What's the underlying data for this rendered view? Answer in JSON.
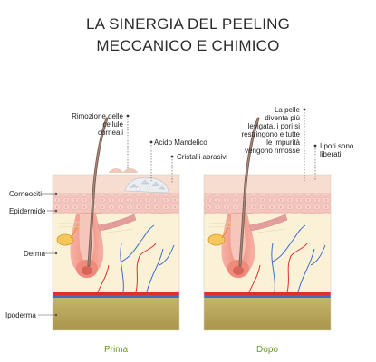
{
  "title": {
    "line1": "LA SINERGIA DEL PEELING",
    "line2": "MECCANICO E CHIMICO"
  },
  "layers": {
    "corneociti": "Corneociti",
    "epidermide": "Epidermide",
    "derma": "Derma",
    "ipoderma": "Ipoderma"
  },
  "before": {
    "caption": "Prima",
    "annotations": {
      "rimozione": [
        "Rimozione delle",
        "cellule",
        "corneali"
      ],
      "acido": "Acido Mandelico",
      "cristalli": "Cristalli abrasivi"
    }
  },
  "after": {
    "caption": "Dopo",
    "annotations": {
      "pelle": [
        "La pelle",
        "diventa più",
        "levigata, i pori si",
        "restringono e tutte",
        "le impurità",
        "vengono rimosse"
      ],
      "pori": [
        "I pori sono",
        "liberati"
      ]
    }
  },
  "colors": {
    "corneum": "#f6ddd0",
    "epidermis": "#f2c7c0",
    "dermis": "#fbf1d7",
    "hypodermis": "#b7a55a",
    "follicle": "#f39a8a",
    "vein": "#3d6fc8",
    "artery": "#d8312f",
    "caption": "#6a9a2e"
  }
}
